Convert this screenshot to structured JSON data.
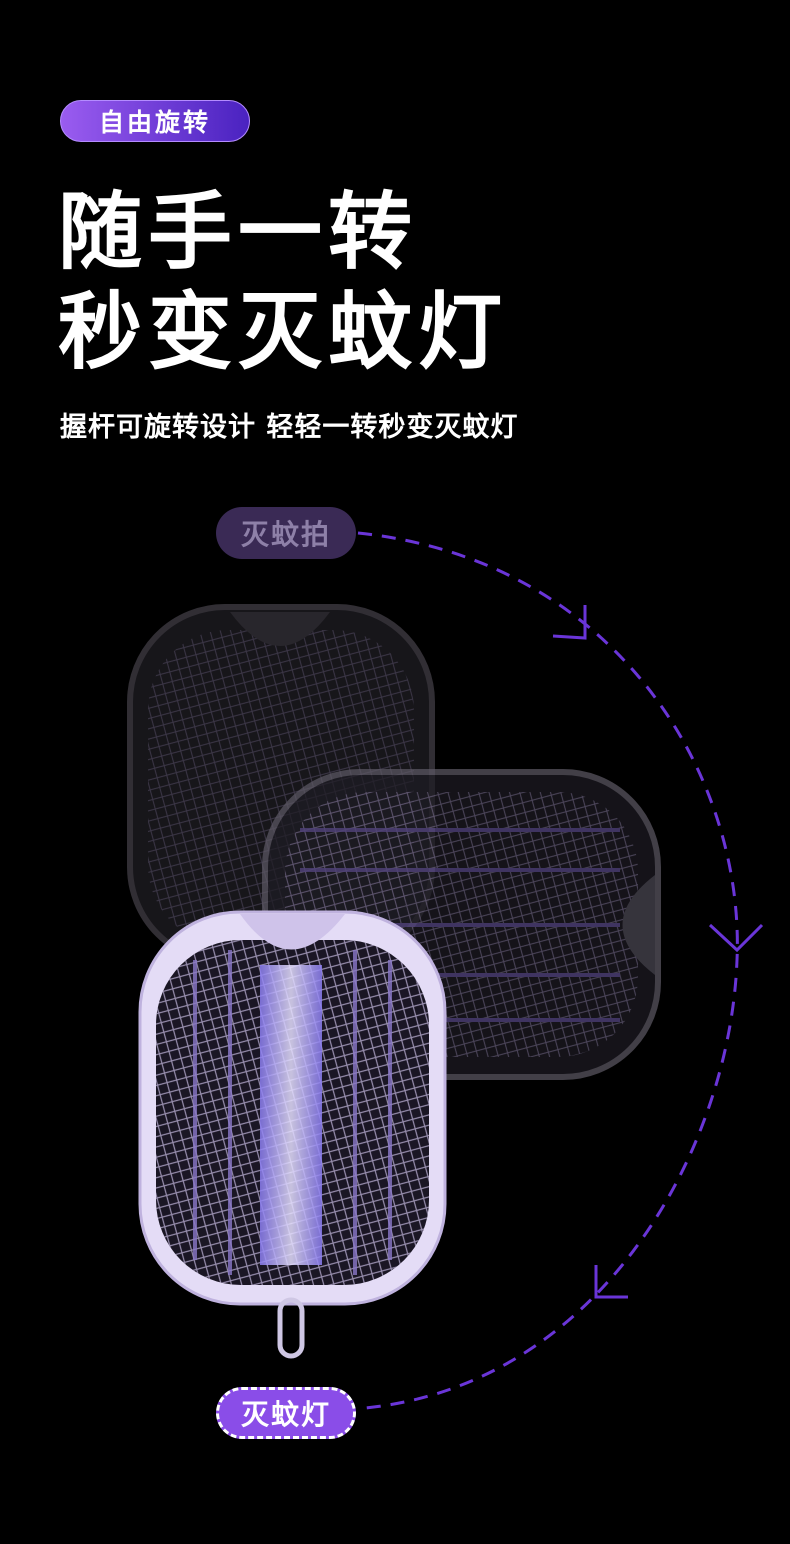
{
  "badge": "自由旋转",
  "title_line1": "随手一转",
  "title_line2": "秒变灭蚊灯",
  "subtitle": "握杆可旋转设计 轻轻一转秒变灭蚊灯",
  "mode_start": "灭蚊拍",
  "mode_end": "灭蚊灯",
  "colors": {
    "accent": "#7b3fe0",
    "arc": "#6a35d8",
    "frame": "#d8ccf2"
  }
}
